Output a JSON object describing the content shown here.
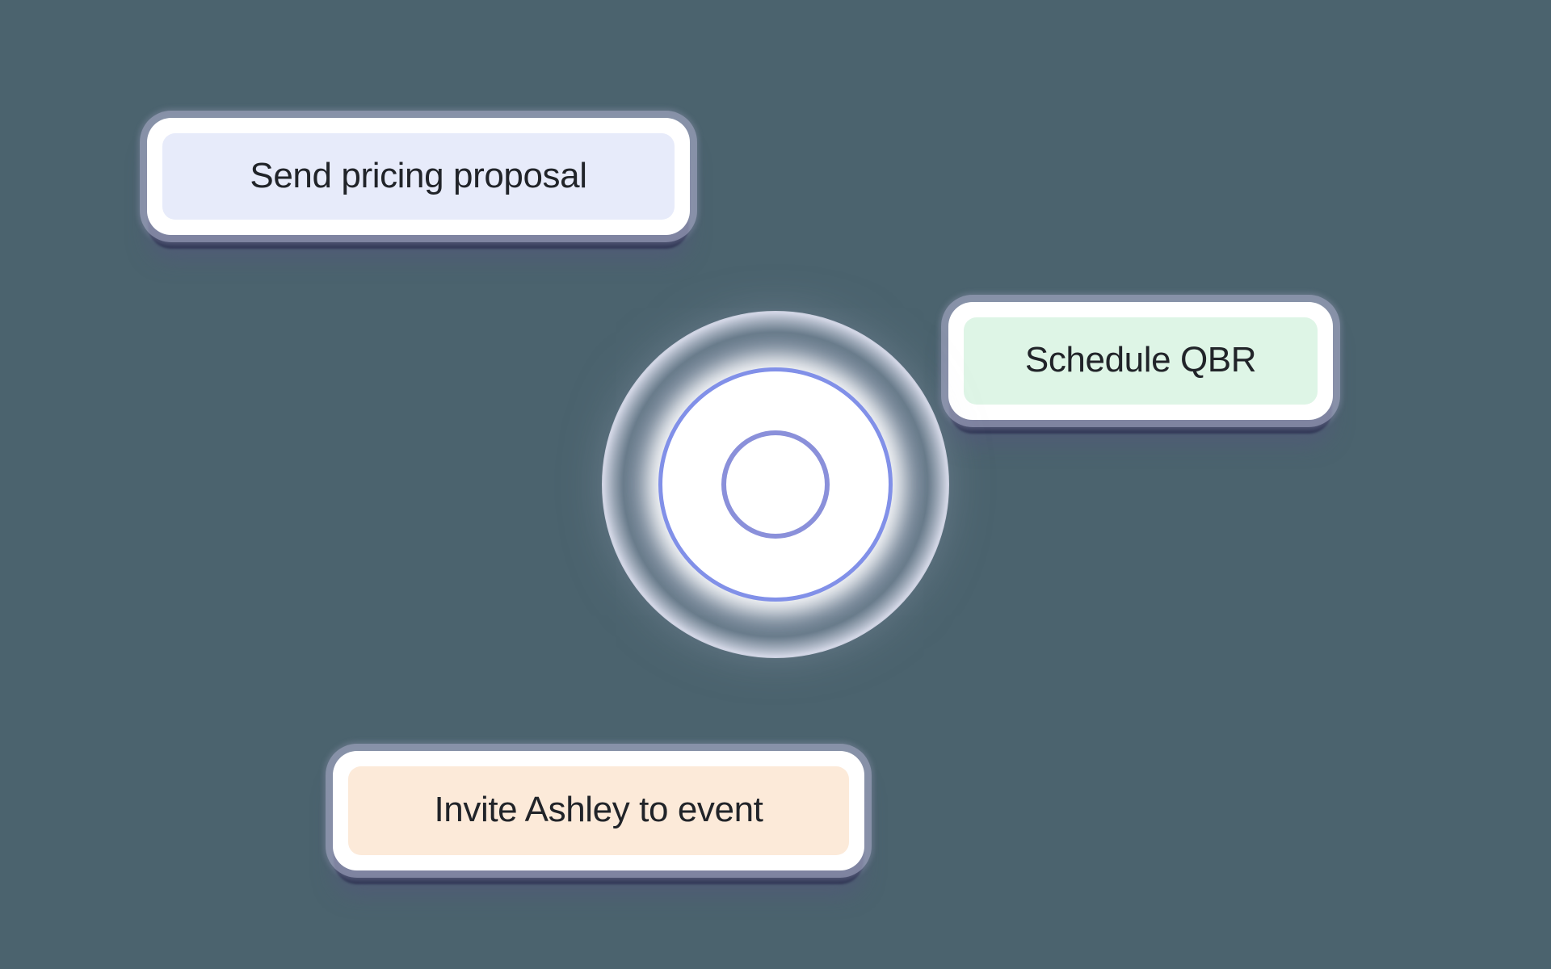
{
  "background_color": "#4b636e",
  "text_color": "#212429",
  "card_border_color": "#ffffff",
  "card_shadow_color": "#333a58",
  "card_halo_color": "#a8abc6",
  "cards": [
    {
      "name": "send-pricing-proposal",
      "label": "Send pricing proposal",
      "fill_color": "#e7ebfa"
    },
    {
      "name": "schedule-qbr",
      "label": "Schedule QBR",
      "fill_color": "#def5e6"
    },
    {
      "name": "invite-ashley",
      "label": "Invite Ashley to event",
      "fill_color": "#fcead9"
    }
  ],
  "cursor": {
    "icon": "click-target-circle",
    "fill_color": "#ffffff",
    "outer_ring_color": "#8190e8",
    "inner_ring_color": "#8a90da"
  }
}
